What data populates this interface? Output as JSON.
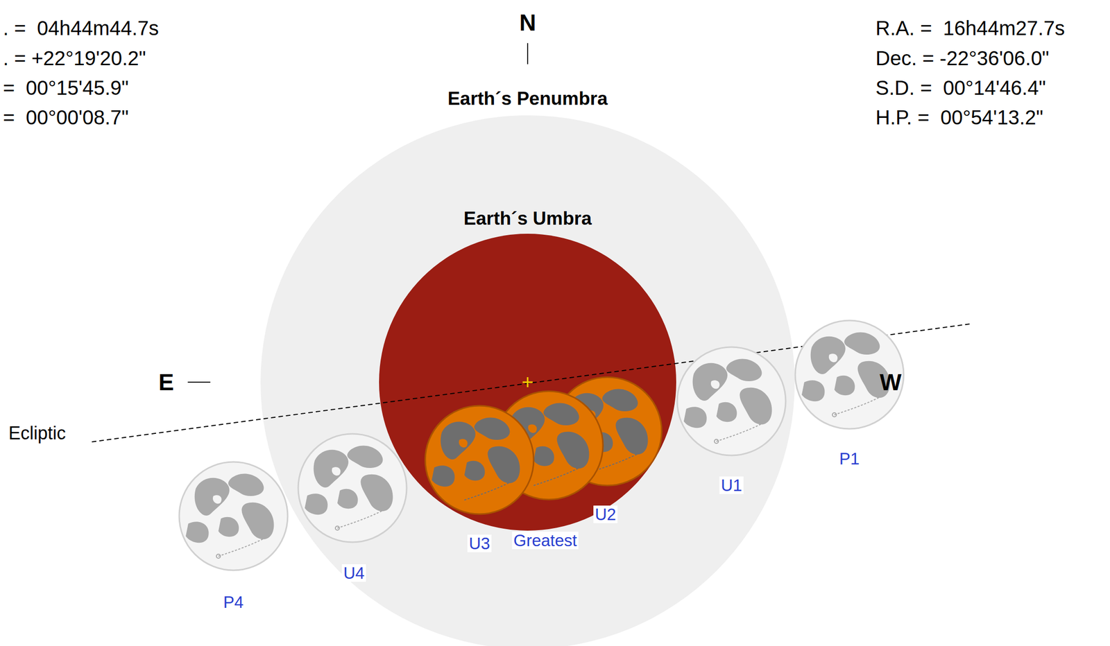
{
  "diagram": {
    "nodes": [
      {
        "text": [
          "Earth´s Penumbra"
        ]
      },
      {
        "text": [
          "Earth´s Umbra"
        ],
        "in": 0
      }
    ],
    "labels": [
      ". =  04h44m44.7s",
      ". = +22°19'20.2\"",
      "=  00°15'45.9\"",
      "=  00°00'08.7\"",
      "R.A. =  16h44m27.7s",
      "Dec. = -22°36'06.0\"",
      "S.D. =  00°14'46.4\"",
      "H.P. =  00°54'13.2\"",
      "N",
      "E",
      "W",
      "Ecliptic",
      "P1",
      "U1",
      "U2",
      "Greatest",
      "U3",
      "U4",
      "P4"
    ]
  }
}
